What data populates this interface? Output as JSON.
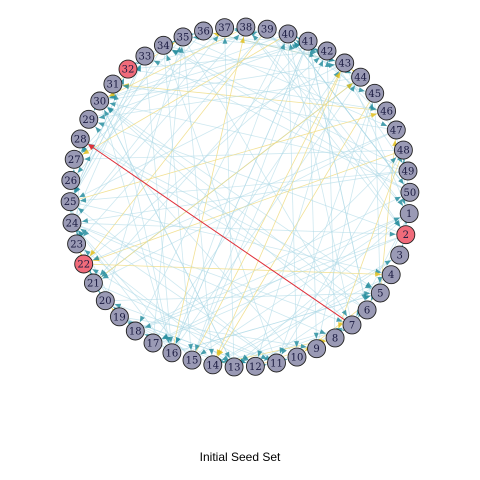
{
  "caption": "Initial Seed Set",
  "colors": {
    "node_default": "#9a9ab5",
    "node_seed": "#f06b7a",
    "node_stroke": "#222222",
    "edge_default": "#add8e6",
    "edge_yellow": "#f0dc82",
    "edge_highlight": "#e0303a",
    "arrow_teal": "#2a8fa0"
  },
  "nodes": [
    {
      "id": "1",
      "seed": false
    },
    {
      "id": "2",
      "seed": true
    },
    {
      "id": "3",
      "seed": false
    },
    {
      "id": "4",
      "seed": false
    },
    {
      "id": "5",
      "seed": false
    },
    {
      "id": "6",
      "seed": false
    },
    {
      "id": "7",
      "seed": false
    },
    {
      "id": "8",
      "seed": false
    },
    {
      "id": "9",
      "seed": false
    },
    {
      "id": "10",
      "seed": false
    },
    {
      "id": "11",
      "seed": false
    },
    {
      "id": "12",
      "seed": false
    },
    {
      "id": "13",
      "seed": false
    },
    {
      "id": "14",
      "seed": false
    },
    {
      "id": "15",
      "seed": false
    },
    {
      "id": "16",
      "seed": false
    },
    {
      "id": "17",
      "seed": false
    },
    {
      "id": "18",
      "seed": false
    },
    {
      "id": "19",
      "seed": false
    },
    {
      "id": "20",
      "seed": false
    },
    {
      "id": "21",
      "seed": false
    },
    {
      "id": "22",
      "seed": true
    },
    {
      "id": "23",
      "seed": false
    },
    {
      "id": "24",
      "seed": false
    },
    {
      "id": "25",
      "seed": false
    },
    {
      "id": "26",
      "seed": false
    },
    {
      "id": "27",
      "seed": false
    },
    {
      "id": "28",
      "seed": false
    },
    {
      "id": "29",
      "seed": false
    },
    {
      "id": "30",
      "seed": false
    },
    {
      "id": "31",
      "seed": false
    },
    {
      "id": "32",
      "seed": true
    },
    {
      "id": "33",
      "seed": false
    },
    {
      "id": "34",
      "seed": false
    },
    {
      "id": "35",
      "seed": false
    },
    {
      "id": "36",
      "seed": false
    },
    {
      "id": "37",
      "seed": false
    },
    {
      "id": "38",
      "seed": false
    },
    {
      "id": "39",
      "seed": false
    },
    {
      "id": "40",
      "seed": false
    },
    {
      "id": "41",
      "seed": false
    },
    {
      "id": "42",
      "seed": false
    },
    {
      "id": "43",
      "seed": false
    },
    {
      "id": "44",
      "seed": false
    },
    {
      "id": "45",
      "seed": false
    },
    {
      "id": "46",
      "seed": false
    },
    {
      "id": "47",
      "seed": false
    },
    {
      "id": "48",
      "seed": false
    },
    {
      "id": "49",
      "seed": false
    },
    {
      "id": "50",
      "seed": false
    }
  ],
  "highlight_edges": [
    {
      "from": "7",
      "to": "28"
    }
  ]
}
